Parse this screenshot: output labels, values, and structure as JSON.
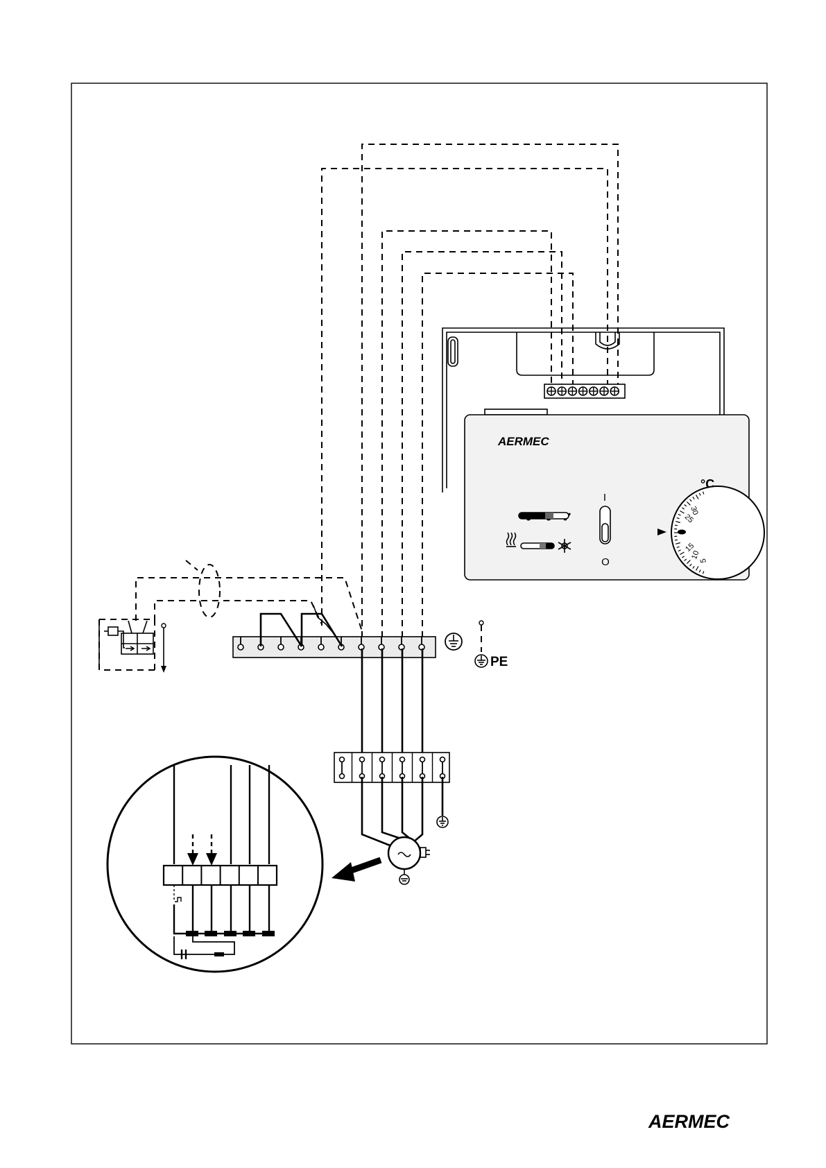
{
  "thermostat": {
    "brand": "AERMEC",
    "unit": "°C",
    "scale": [
      "5",
      "10",
      "15",
      "25",
      "30"
    ],
    "switch_on_symbol": "I",
    "switch_off_symbol": "O"
  },
  "earth_label": "PE",
  "footer_brand": "AERMEC",
  "icons": [
    "fan-speed-icon",
    "heating-icon",
    "cooling-icon",
    "ground-icon",
    "motor-icon",
    "pointer-arrow-icon"
  ]
}
